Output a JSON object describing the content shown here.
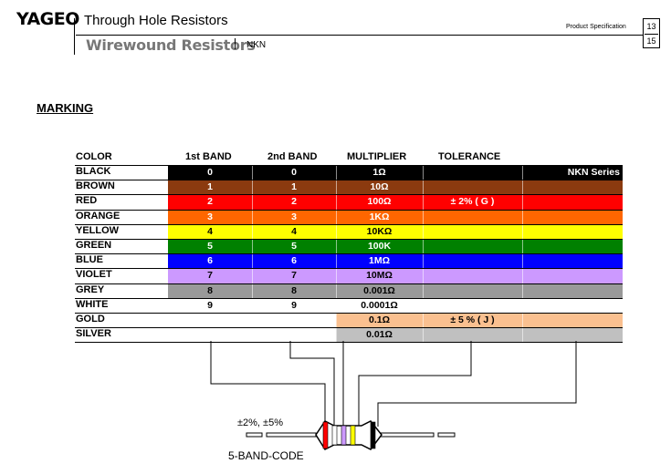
{
  "header": {
    "logo": "YAGEO",
    "title": "Through Hole Resistors",
    "subtitle": "Wirewound Resistors",
    "series": "NKN",
    "product_spec": "Product Specification",
    "page": "13",
    "total_pages": "15"
  },
  "section_title": "MARKING",
  "table": {
    "headers": {
      "color": "COLOR",
      "band1": "1st BAND",
      "band2": "2nd BAND",
      "multiplier": "MULTIPLIER",
      "tolerance": "TOLERANCE"
    },
    "rows": [
      {
        "color": "BLACK",
        "band1": "0",
        "band2": "0",
        "multiplier": "1Ω",
        "tolerance": "",
        "extra": "NKN Series",
        "bg": "#000000",
        "fg": "#ffffff"
      },
      {
        "color": "BROWN",
        "band1": "1",
        "band2": "1",
        "multiplier": "10Ω",
        "tolerance": "",
        "extra": "",
        "bg": "#8b3a0f",
        "fg": "#ffffff"
      },
      {
        "color": "RED",
        "band1": "2",
        "band2": "2",
        "multiplier": "100Ω",
        "tolerance": "± 2%   ( G )",
        "extra": "",
        "bg": "#ff0000",
        "fg": "#ffffff"
      },
      {
        "color": "ORANGE",
        "band1": "3",
        "band2": "3",
        "multiplier": "1KΩ",
        "tolerance": "",
        "extra": "",
        "bg": "#ff6600",
        "fg": "#ffffff"
      },
      {
        "color": "YELLOW",
        "band1": "4",
        "band2": "4",
        "multiplier": "10KΩ",
        "tolerance": "",
        "extra": "",
        "bg": "#ffff00",
        "fg": "#000000"
      },
      {
        "color": "GREEN",
        "band1": "5",
        "band2": "5",
        "multiplier": "100K",
        "tolerance": "",
        "extra": "",
        "bg": "#008000",
        "fg": "#ffffff"
      },
      {
        "color": "BLUE",
        "band1": "6",
        "band2": "6",
        "multiplier": "1MΩ",
        "tolerance": "",
        "extra": "",
        "bg": "#0000ff",
        "fg": "#ffffff"
      },
      {
        "color": "VIOLET",
        "band1": "7",
        "band2": "7",
        "multiplier": "10MΩ",
        "tolerance": "",
        "extra": "",
        "bg": "#cc99ff",
        "fg": "#000000"
      },
      {
        "color": "GREY",
        "band1": "8",
        "band2": "8",
        "multiplier": "0.001Ω",
        "tolerance": "",
        "extra": "",
        "bg": "#999999",
        "fg": "#000000"
      },
      {
        "color": "WHITE",
        "band1": "9",
        "band2": "9",
        "multiplier": "0.0001Ω",
        "tolerance": "",
        "extra": "",
        "bg": "#ffffff",
        "fg": "#000000"
      },
      {
        "color": "GOLD",
        "band1": "",
        "band2": "",
        "multiplier": "0.1Ω",
        "tolerance": "± 5 %   ( J )",
        "extra": "",
        "bg": "#fac090",
        "fg": "#000000"
      },
      {
        "color": "SILVER",
        "band1": "",
        "band2": "",
        "multiplier": "0.01Ω",
        "tolerance": "",
        "extra": "",
        "bg": "#c0c0c0",
        "fg": "#000000"
      }
    ]
  },
  "diagram": {
    "tolerance_label": "±2%, ±5%",
    "code_label": "5-BAND-CODE",
    "band_colors": [
      "#ff0000",
      "#ffffff",
      "#cc99ff",
      "#ffff00",
      "#000000"
    ]
  }
}
